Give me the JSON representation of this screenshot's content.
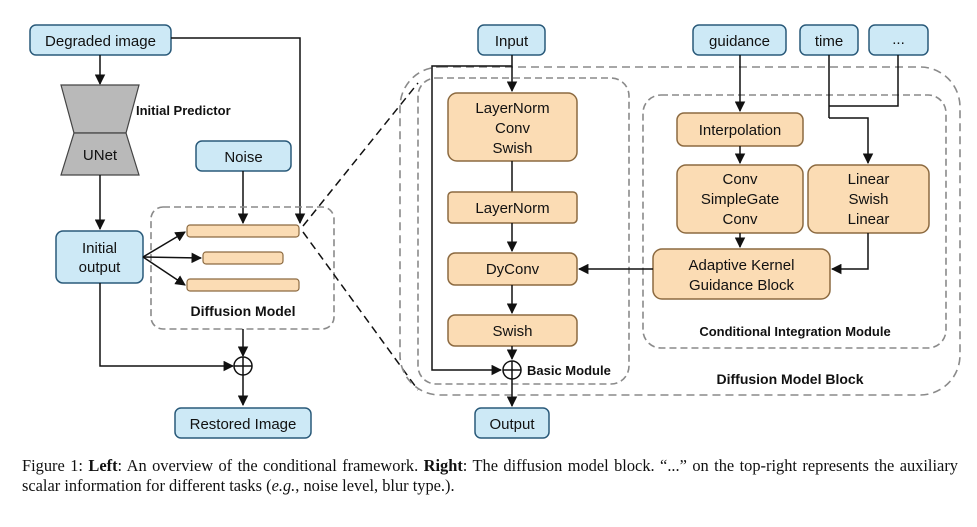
{
  "left": {
    "degraded_image": "Degraded image",
    "initial_predictor": "Initial Predictor",
    "unet": "UNet",
    "noise": "Noise",
    "initial_output_l1": "Initial",
    "initial_output_l2": "output",
    "diffusion_model": "Diffusion Model",
    "restored_image": "Restored Image"
  },
  "right": {
    "input": "Input",
    "guidance": "guidance",
    "time": "time",
    "ellipsis": "...",
    "ln_conv_swish": [
      "LayerNorm",
      "Conv",
      "Swish"
    ],
    "layernorm": "LayerNorm",
    "dyconv": "DyConv",
    "swish": "Swish",
    "basic_module": "Basic Module",
    "output": "Output",
    "interpolation": "Interpolation",
    "conv_sg_conv": [
      "Conv",
      "SimpleGate",
      "Conv"
    ],
    "linear_swish_linear": [
      "Linear",
      "Swish",
      "Linear"
    ],
    "akgb": [
      "Adaptive Kernel",
      "Guidance Block"
    ],
    "conditional_integration_module": "Conditional Integration Module",
    "diffusion_model_block": "Diffusion Model Block"
  },
  "caption": {
    "fig": "Figure 1: ",
    "left_label": "Left",
    "left_text": ": An overview of the conditional framework. ",
    "right_label": "Right",
    "right_text": ": The diffusion model block. “...” on the top-right represents the auxiliary scalar information for different tasks (",
    "eg": "e.g.",
    "tail": ", noise level, blur type.)."
  },
  "colors": {
    "blue_fill": "#cde9f6",
    "blue_stroke": "#2a5a7a",
    "orange_fill": "#fbdcb4",
    "orange_stroke": "#8c6a40",
    "gray_fill": "#b9b9b9",
    "dashed": "#8a8a8a"
  }
}
